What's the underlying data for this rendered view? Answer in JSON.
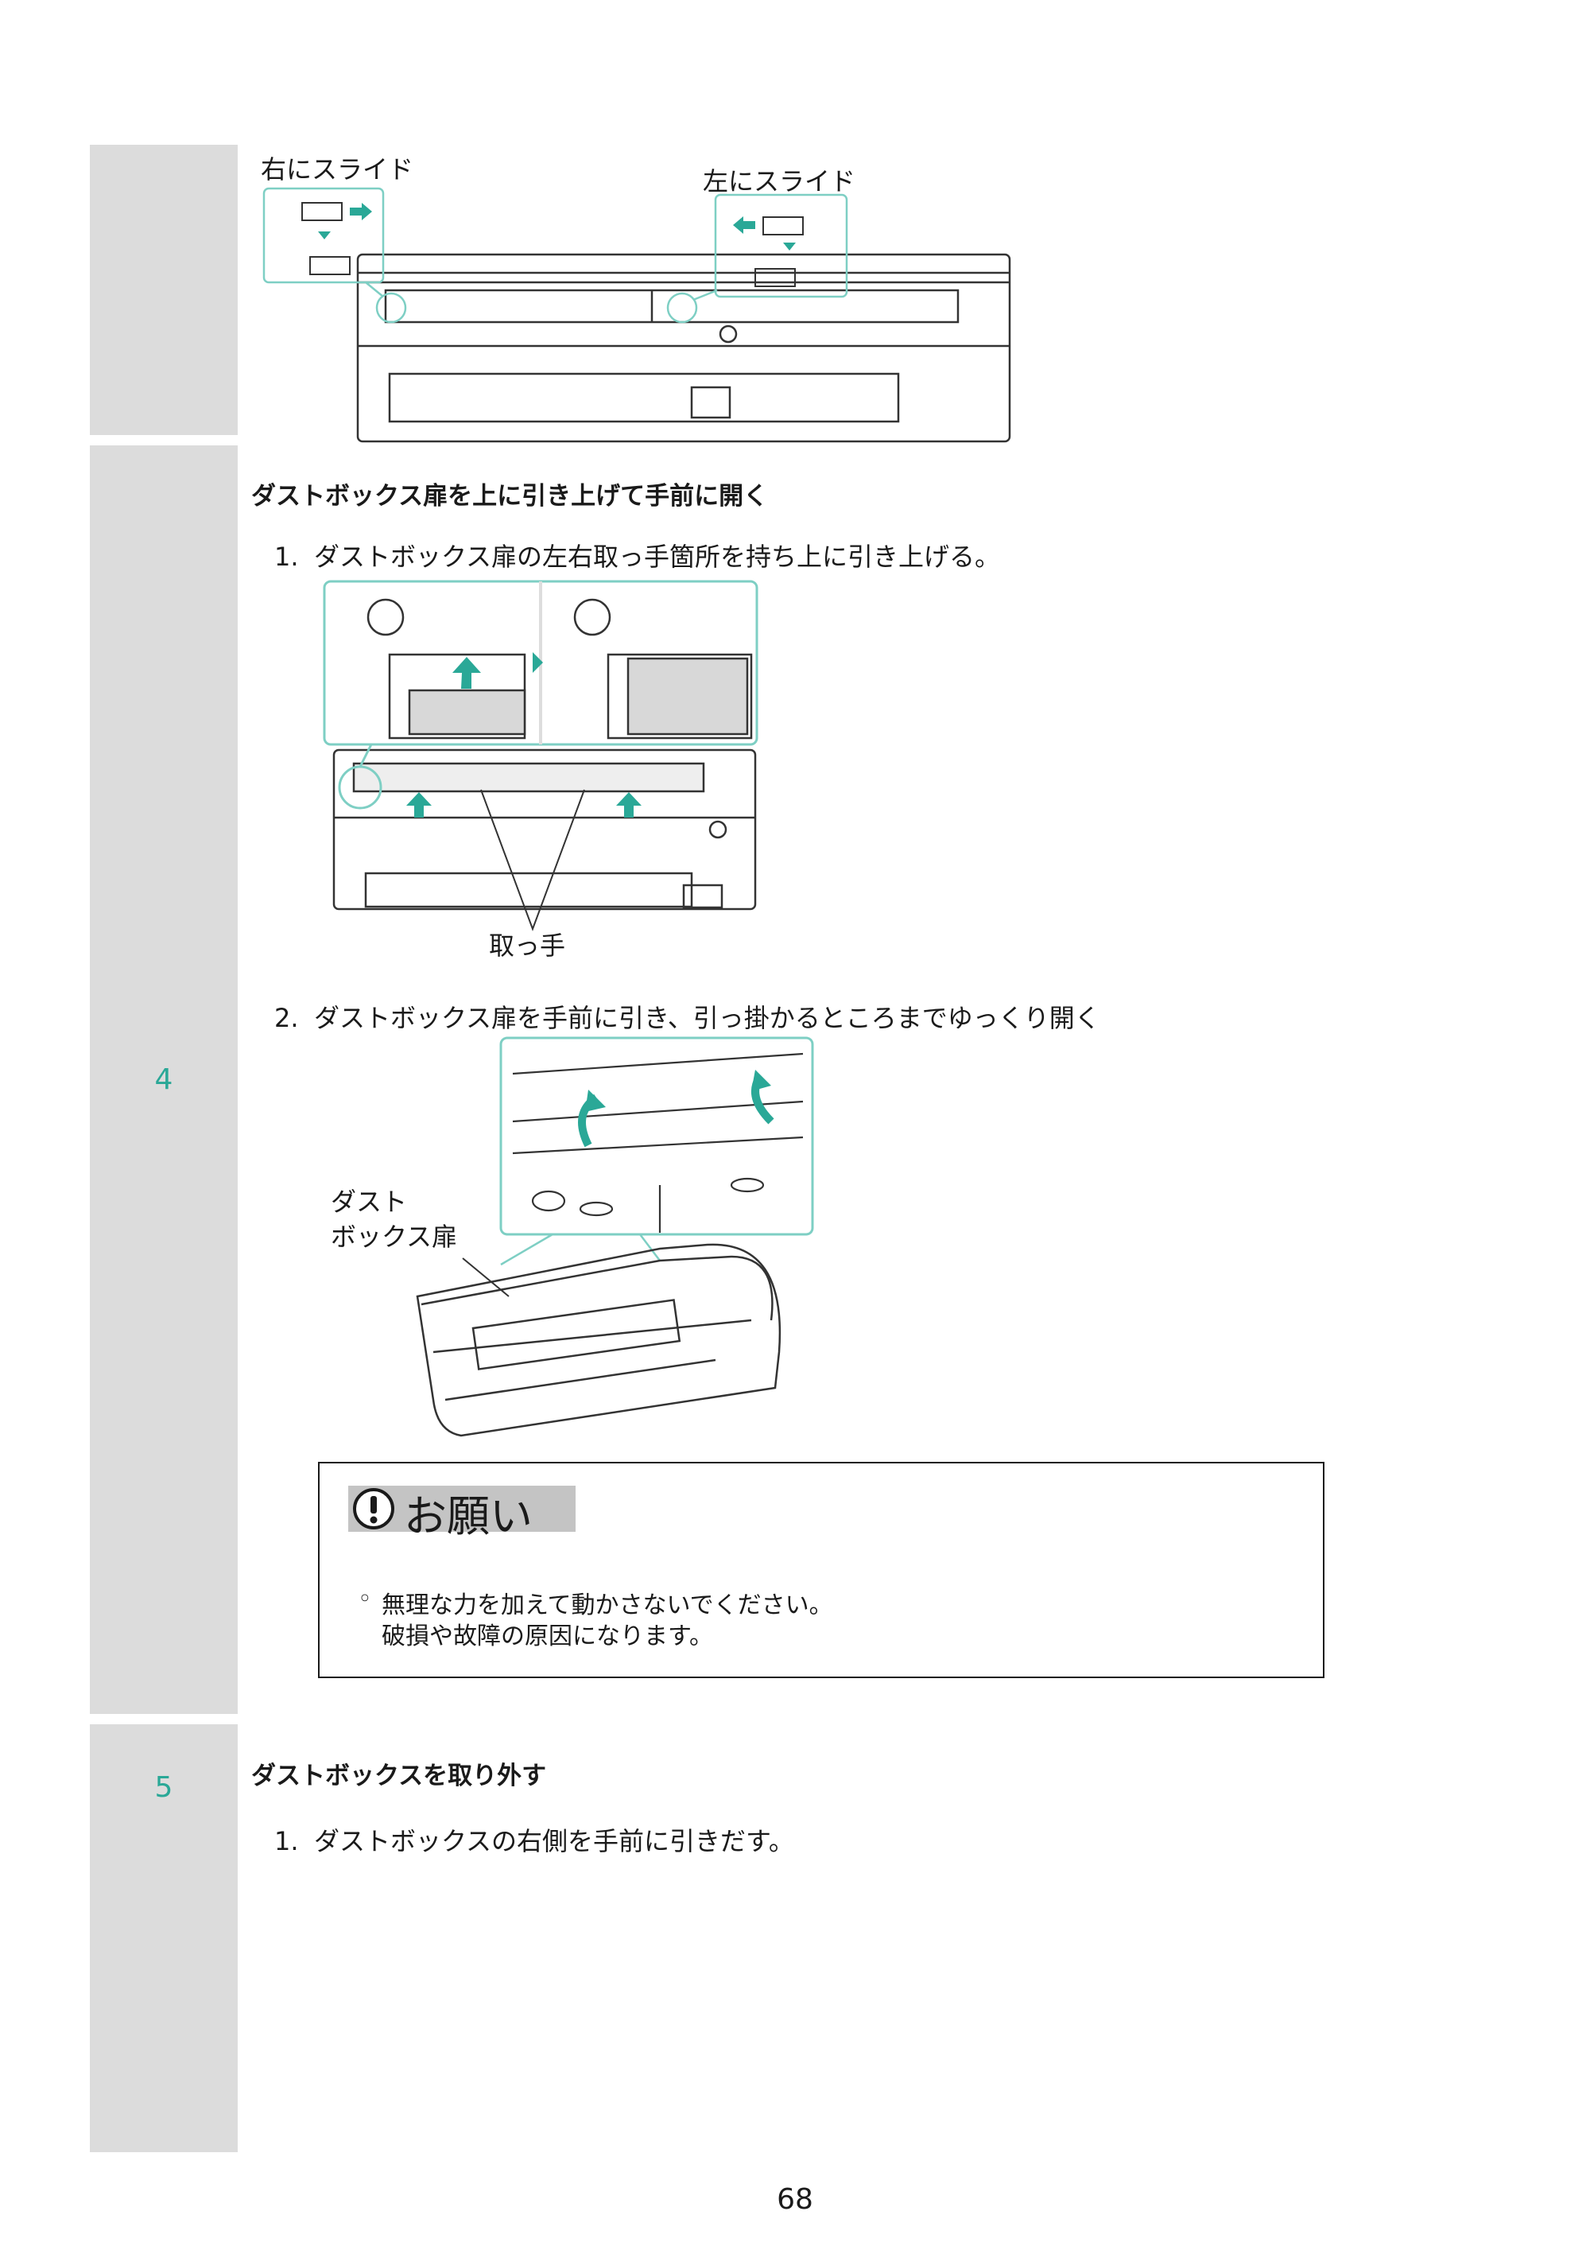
{
  "step3": {
    "label_right_slide": "右にスライド",
    "label_left_slide": "左にスライド"
  },
  "step4": {
    "number": "4",
    "heading": "ダストボックス扉を上に引き上げて手前に開く",
    "items": [
      {
        "num": "1.",
        "text": "ダストボックス扉の左右取っ手箇所を持ち上に引き上げる。"
      },
      {
        "num": "2.",
        "text": "ダストボックス扉を手前に引き、引っ掛かるところまでゆっくり開く"
      }
    ],
    "label_handle": "取っ手",
    "label_door_line1": "ダスト",
    "label_door_line2": "ボックス扉",
    "notice": {
      "title": "お願い",
      "bullet": "◦",
      "line1": "無理な力を加えて動かさないでください。",
      "line2": "破損や故障の原因になります。"
    }
  },
  "step5": {
    "number": "5",
    "heading": "ダストボックスを取り外す",
    "items": [
      {
        "num": "1.",
        "text": "ダストボックスの右側を手前に引きだす。"
      }
    ]
  },
  "page_number": "68",
  "colors": {
    "accent": "#2aa897",
    "sidebar": "#dcdcdc",
    "badge": "#c4c4c4"
  }
}
